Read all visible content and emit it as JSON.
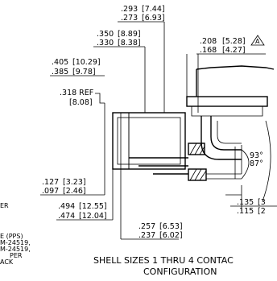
{
  "dimensions": {
    "d1": {
      "a": ".293",
      "b": "[7.44]",
      "c": ".273",
      "d": "[6.93]"
    },
    "d2": {
      "a": ".350",
      "b": "[8.89]",
      "c": ".330",
      "d": "[8.38]"
    },
    "d3": {
      "a": ".405",
      "b": "[10.29]",
      "c": ".385",
      "d": "[9.78]"
    },
    "d4": {
      "a": ".318 REF",
      "b": "[8.08]"
    },
    "d5": {
      "a": ".208",
      "b": "[5.28]",
      "c": ".168",
      "d": "[4.27]",
      "flag": "A"
    },
    "d6": {
      "a": ".127",
      "b": "[3.23]",
      "c": ".097",
      "d": "[2.46]"
    },
    "d7": {
      "a": ".494",
      "b": "[12.55]",
      "c": ".474",
      "d": "[12.04]"
    },
    "d8": {
      "a": ".257",
      "b": "[6.53]",
      "c": ".237",
      "d": "[6.02]"
    },
    "d9": {
      "a": ".135",
      "b": "[3",
      "c": ".115",
      "d": "[2"
    },
    "angle": {
      "a": "93°",
      "b": "87°"
    }
  },
  "notes": {
    "n1": "ER",
    "n2": "E (PPS)",
    "n3": "M-24519,",
    "n4": "M-24519,",
    "n5": "PER",
    "n6": "ACK"
  },
  "caption": {
    "line1": "SHELL SIZES 1 THRU 4 CONTAC",
    "line2": "CONFIGURATION"
  }
}
